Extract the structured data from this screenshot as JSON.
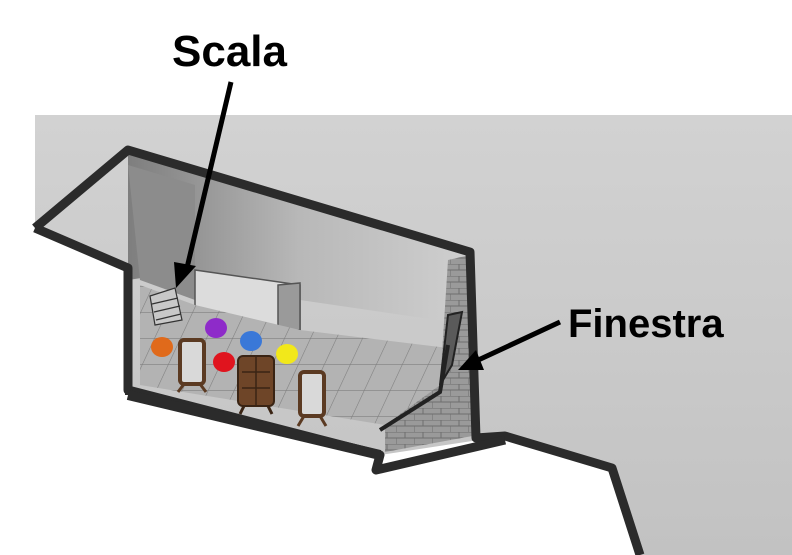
{
  "labels": {
    "stairs": "Scala",
    "window": "Finestra"
  },
  "colors": {
    "background_wall": "#c9c9c9",
    "outline": "#2b2b2b",
    "floor": "#a8a8a8",
    "marker_orange": "#e06a1b",
    "marker_purple": "#8e2bc9",
    "marker_blue": "#3a78d8",
    "marker_red": "#e0141e",
    "marker_yellow": "#f2e81a"
  },
  "markers": [
    {
      "name": "orange-marker",
      "color": "#e06a1b"
    },
    {
      "name": "purple-marker",
      "color": "#8e2bc9"
    },
    {
      "name": "blue-marker",
      "color": "#3a78d8"
    },
    {
      "name": "red-marker",
      "color": "#e0141e"
    },
    {
      "name": "yellow-marker",
      "color": "#f2e81a"
    }
  ]
}
